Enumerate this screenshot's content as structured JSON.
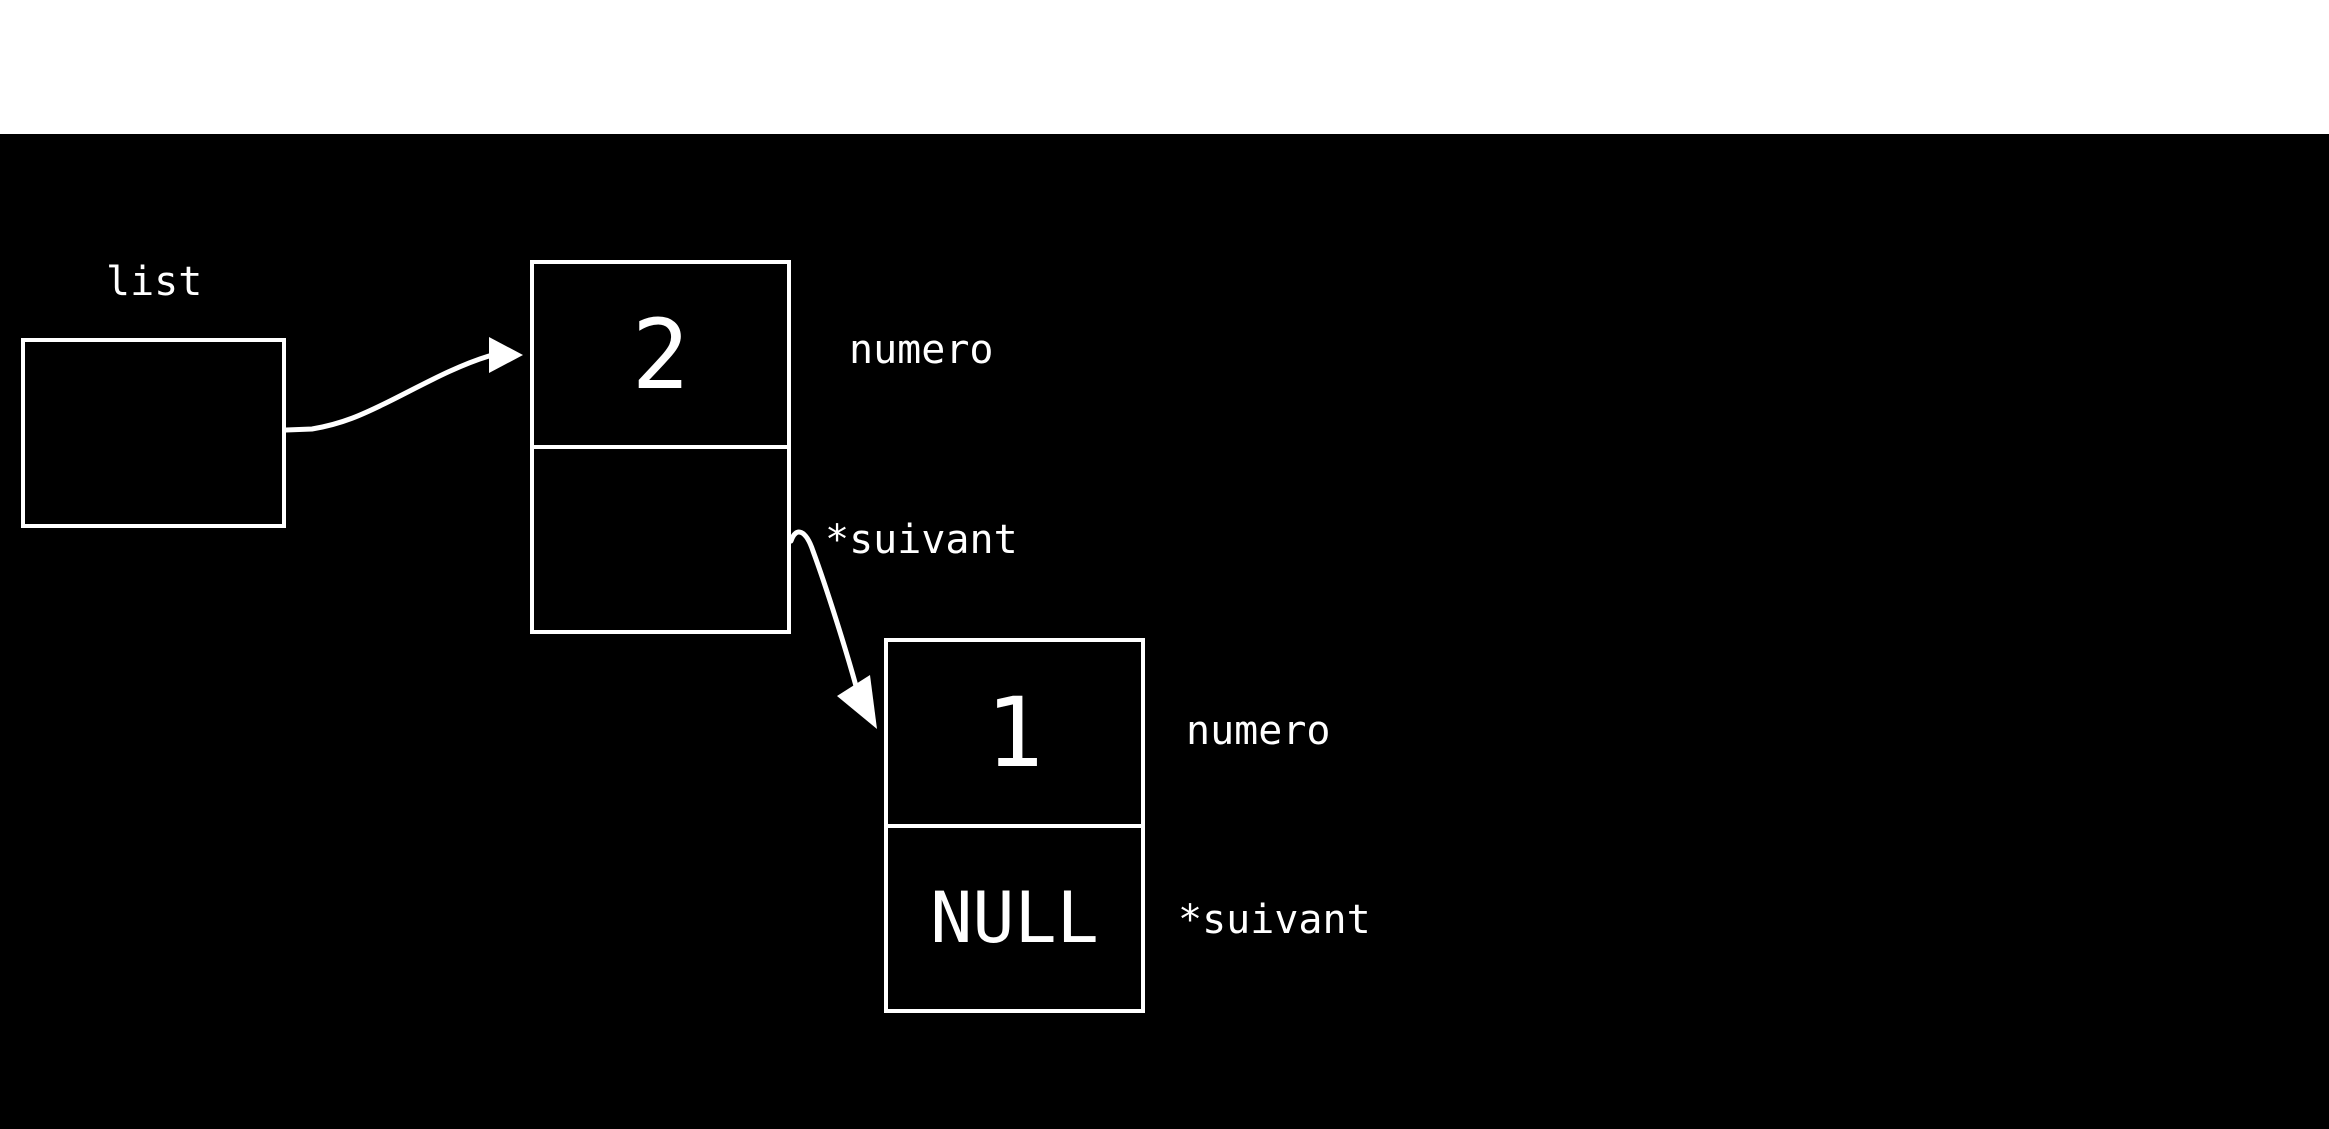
{
  "colors": {
    "background": "#000000",
    "stroke": "#ffffff",
    "top_bar": "#ffffff"
  },
  "diagram": {
    "list_label": "list",
    "nodes": [
      {
        "value": "2",
        "value_label": "numero",
        "next_label": "*suivant",
        "next_value": ""
      },
      {
        "value": "1",
        "value_label": "numero",
        "next_label": "*suivant",
        "next_value": "NULL"
      }
    ]
  }
}
